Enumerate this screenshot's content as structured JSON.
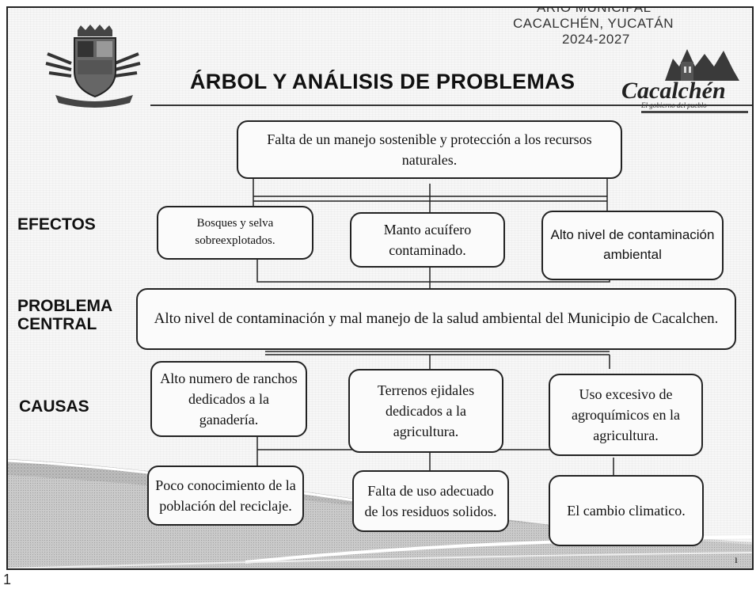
{
  "header": {
    "stamp_line1": "ARIO MUNICIPAL",
    "stamp_line2": "CACALCHÉN, YUCATÁN",
    "stamp_line3": "2024-2027",
    "title": "ÁRBOL Y ANÁLISIS DE PROBLEMAS",
    "brand_name": "Cacalchén",
    "brand_tagline": "El gobierno del pueblo"
  },
  "labels": {
    "efectos": "EFECTOS",
    "problema_central": "PROBLEMA\nCENTRAL",
    "causas": "CAUSAS"
  },
  "top_effect": "Falta de un manejo sostenible  y protección a los recursos naturales.",
  "effects": [
    "Bosques y selva sobreexplotados.",
    "Manto acuífero contaminado.",
    "Alto nivel de contaminación ambiental"
  ],
  "central_problem": "Alto nivel de contaminación  y mal manejo de la salud ambiental del Municipio de Cacalchen.",
  "causes": [
    "Alto numero de ranchos dedicados a la ganadería.",
    "Terrenos ejidales dedicados a la agricultura.",
    "Uso excesivo de agroquímicos en la agricultura."
  ],
  "root_causes": [
    "Poco conocimiento de la población del reciclaje.",
    "Falta de uso adecuado de los residuos solidos.",
    "El cambio climatico."
  ],
  "footer": {
    "page_number": "1",
    "corner_mark": "ı"
  }
}
